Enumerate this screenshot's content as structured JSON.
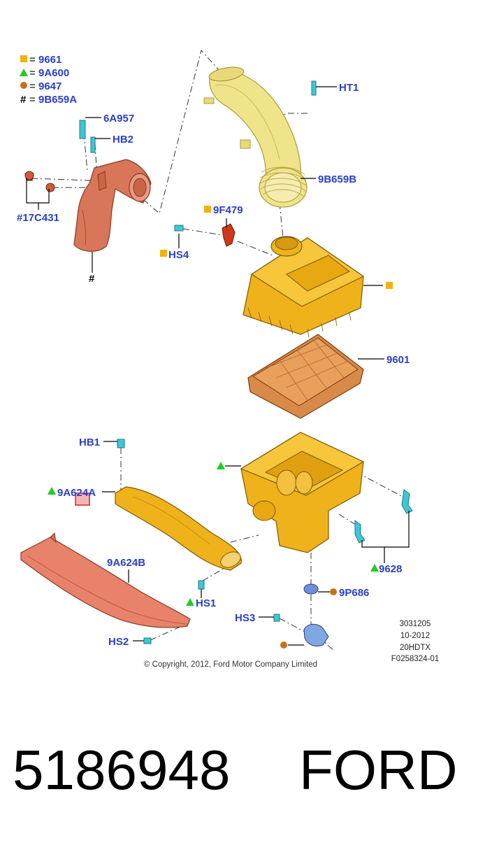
{
  "legend": [
    {
      "symbol": "square",
      "eq": "=",
      "code": "9661"
    },
    {
      "symbol": "triangle",
      "eq": "=",
      "code": "9A600"
    },
    {
      "symbol": "circle",
      "eq": "=",
      "code": "9647"
    },
    {
      "symbol": "#",
      "eq": "=",
      "code": "9B659A"
    }
  ],
  "labels": {
    "ht1": "HT1",
    "p6a957": "6A957",
    "hb2": "HB2",
    "p9b659b": "9B659B",
    "p17c431": "#17C431",
    "hash": "#",
    "p9f479": "9F479",
    "hs4": "HS4",
    "p9601": "9601",
    "hb1": "HB1",
    "p9a624a": "9A624A",
    "p9a624b": "9A624B",
    "p9628": "9628",
    "hs1": "HS1",
    "p9p686": "9P686",
    "hs3": "HS3",
    "hs2": "HS2"
  },
  "meta": {
    "line1": "3031205",
    "line2": "10-2012",
    "line3": "20HDTX",
    "line4": "F0258324-01"
  },
  "copyright": "© Copyright, 2012, Ford Motor Company Limited",
  "part_number": "5186948",
  "brand": "FORD",
  "colors": {
    "label_blue": "#2a3fc8",
    "square": "#f2b20a",
    "triangle": "#22cc22",
    "circle": "#c87214",
    "box_orange": "#f0b21a",
    "duct_yellow": "#f0e48a",
    "copper": "#d8765a",
    "filter_orange": "#e8a05a",
    "clip_cyan": "#3fc7d2",
    "mount_blue": "#6f8fd8"
  }
}
